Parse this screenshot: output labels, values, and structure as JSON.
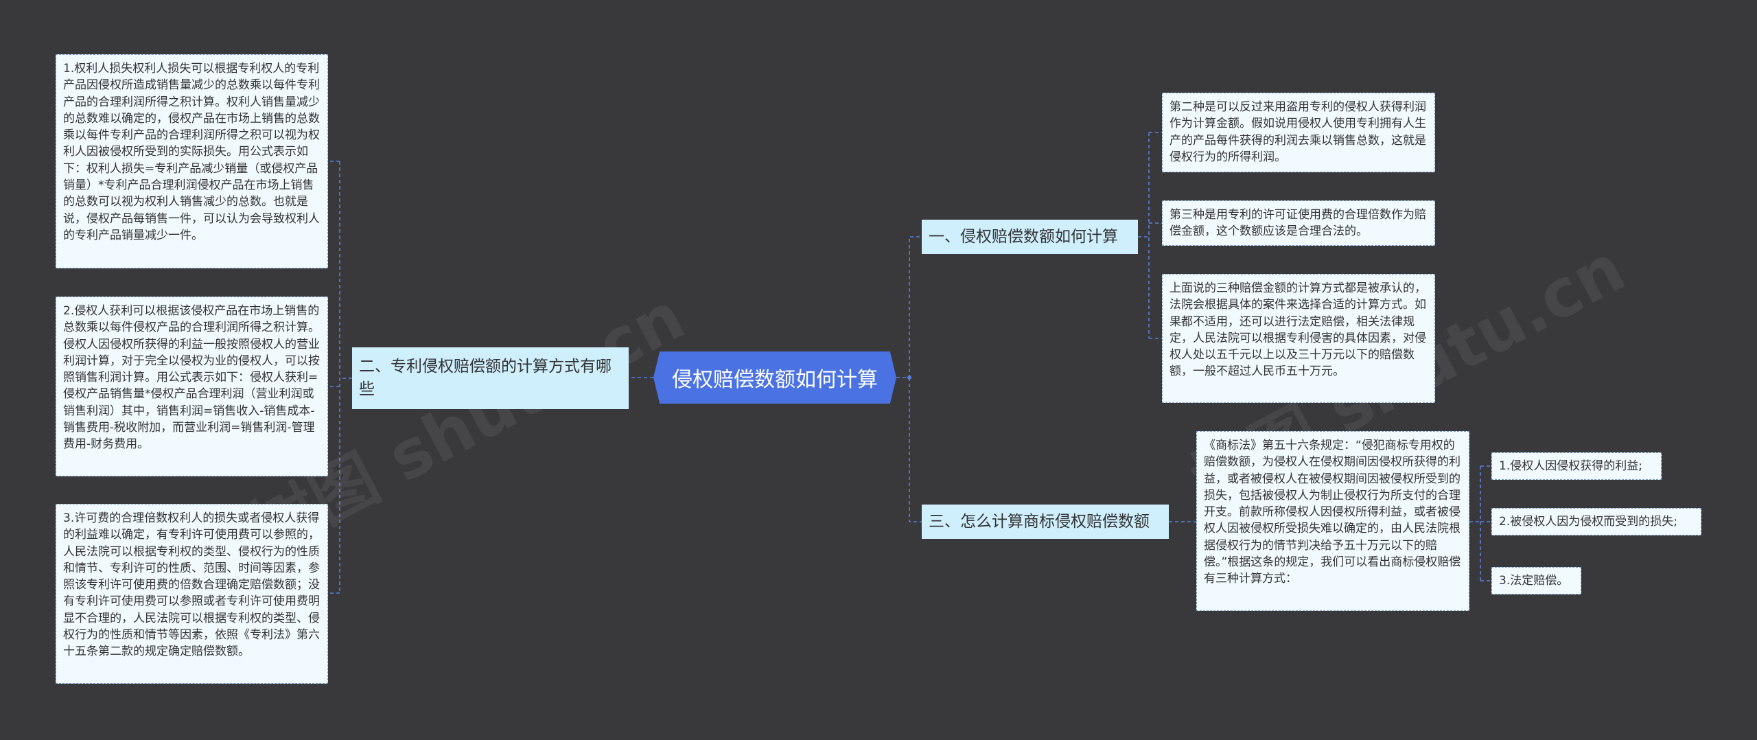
{
  "watermark": "树图 shutu.cn",
  "root": {
    "label": "侵权赔偿数额如何计算"
  },
  "branches": {
    "left": {
      "label": "二、专利侵权赔偿额的计算方式有哪些",
      "leaves": [
        "1.权利人损失权利人损失可以根据专利权人的专利产品因侵权所造成销售量减少的总数乘以每件专利产品的合理利润所得之积计算。权利人销售量减少的总数难以确定的，侵权产品在市场上销售的总数乘以每件专利产品的合理利润所得之积可以视为权利人因被侵权所受到的实际损失。用公式表示如下：权利人损失=专利产品减少销量（或侵权产品销量）*专利产品合理利润侵权产品在市场上销售的总数可以视为权利人销售减少的总数。也就是说，侵权产品每销售一件，可以认为会导致权利人的专利产品销量减少一件。",
        "2.侵权人获利可以根据该侵权产品在市场上销售的总数乘以每件侵权产品的合理利润所得之积计算。侵权人因侵权所获得的利益一般按照侵权人的营业利润计算，对于完全以侵权为业的侵权人，可以按照销售利润计算。用公式表示如下：侵权人获利=侵权产品销售量*侵权产品合理利润（营业利润或销售利润）其中，销售利润=销售收入-销售成本-销售费用-税收附加，而营业利润=销售利润-管理费用-财务费用。",
        "3.许可费的合理倍数权利人的损失或者侵权人获得的利益难以确定，有专利许可使用费可以参照的，人民法院可以根据专利权的类型、侵权行为的性质和情节、专利许可的性质、范围、时间等因素，参照该专利许可使用费的倍数合理确定赔偿数额；没有专利许可使用费可以参照或者专利许可使用费明显不合理的，人民法院可以根据专利权的类型、侵权行为的性质和情节等因素，依照《专利法》第六十五条第二款的规定确定赔偿数额。"
      ]
    },
    "right1": {
      "label": "一、侵权赔偿数额如何计算",
      "leaves": [
        "第二种是可以反过来用盗用专利的侵权人获得利润作为计算金额。假如说用侵权人使用专利拥有人生产的产品每件获得的利润去乘以销售总数，这就是侵权行为的所得利润。",
        "第三种是用专利的许可证使用费的合理倍数作为赔偿金额，这个数额应该是合理合法的。",
        "上面说的三种赔偿金额的计算方式都是被承认的，法院会根据具体的案件来选择合适的计算方式。如果都不适用，还可以进行法定赔偿，相关法律规定，人民法院可以根据专利侵害的具体因素，对侵权人处以五千元以上以及三十万元以下的赔偿数额，一般不超过人民币五十万元。"
      ]
    },
    "right2": {
      "label": "三、怎么计算商标侵权赔偿数额",
      "detail": "《商标法》第五十六条规定：“侵犯商标专用权的赔偿数额，为侵权人在侵权期间因侵权所获得的利益，或者被侵权人在被侵权期间因被侵权所受到的损失，包括被侵权人为制止侵权行为所支付的合理开支。前款所称侵权人因侵权所得利益，或者被侵权人因被侵权所受损失难以确定的，由人民法院根据侵权行为的情节判决给予五十万元以下的赔偿。”根据这条的规定，我们可以看出商标侵权赔偿有三种计算方式：",
      "items": [
        "1.侵权人因侵权获得的利益;",
        "2.被侵权人因为侵权而受到的损失;",
        "3.法定赔偿。"
      ]
    }
  },
  "colors": {
    "background": "#39393c",
    "root": "#4a72e2",
    "branch": "#cfeffd",
    "leaf": "#f1fafe",
    "connector": "#5b7fe0"
  }
}
